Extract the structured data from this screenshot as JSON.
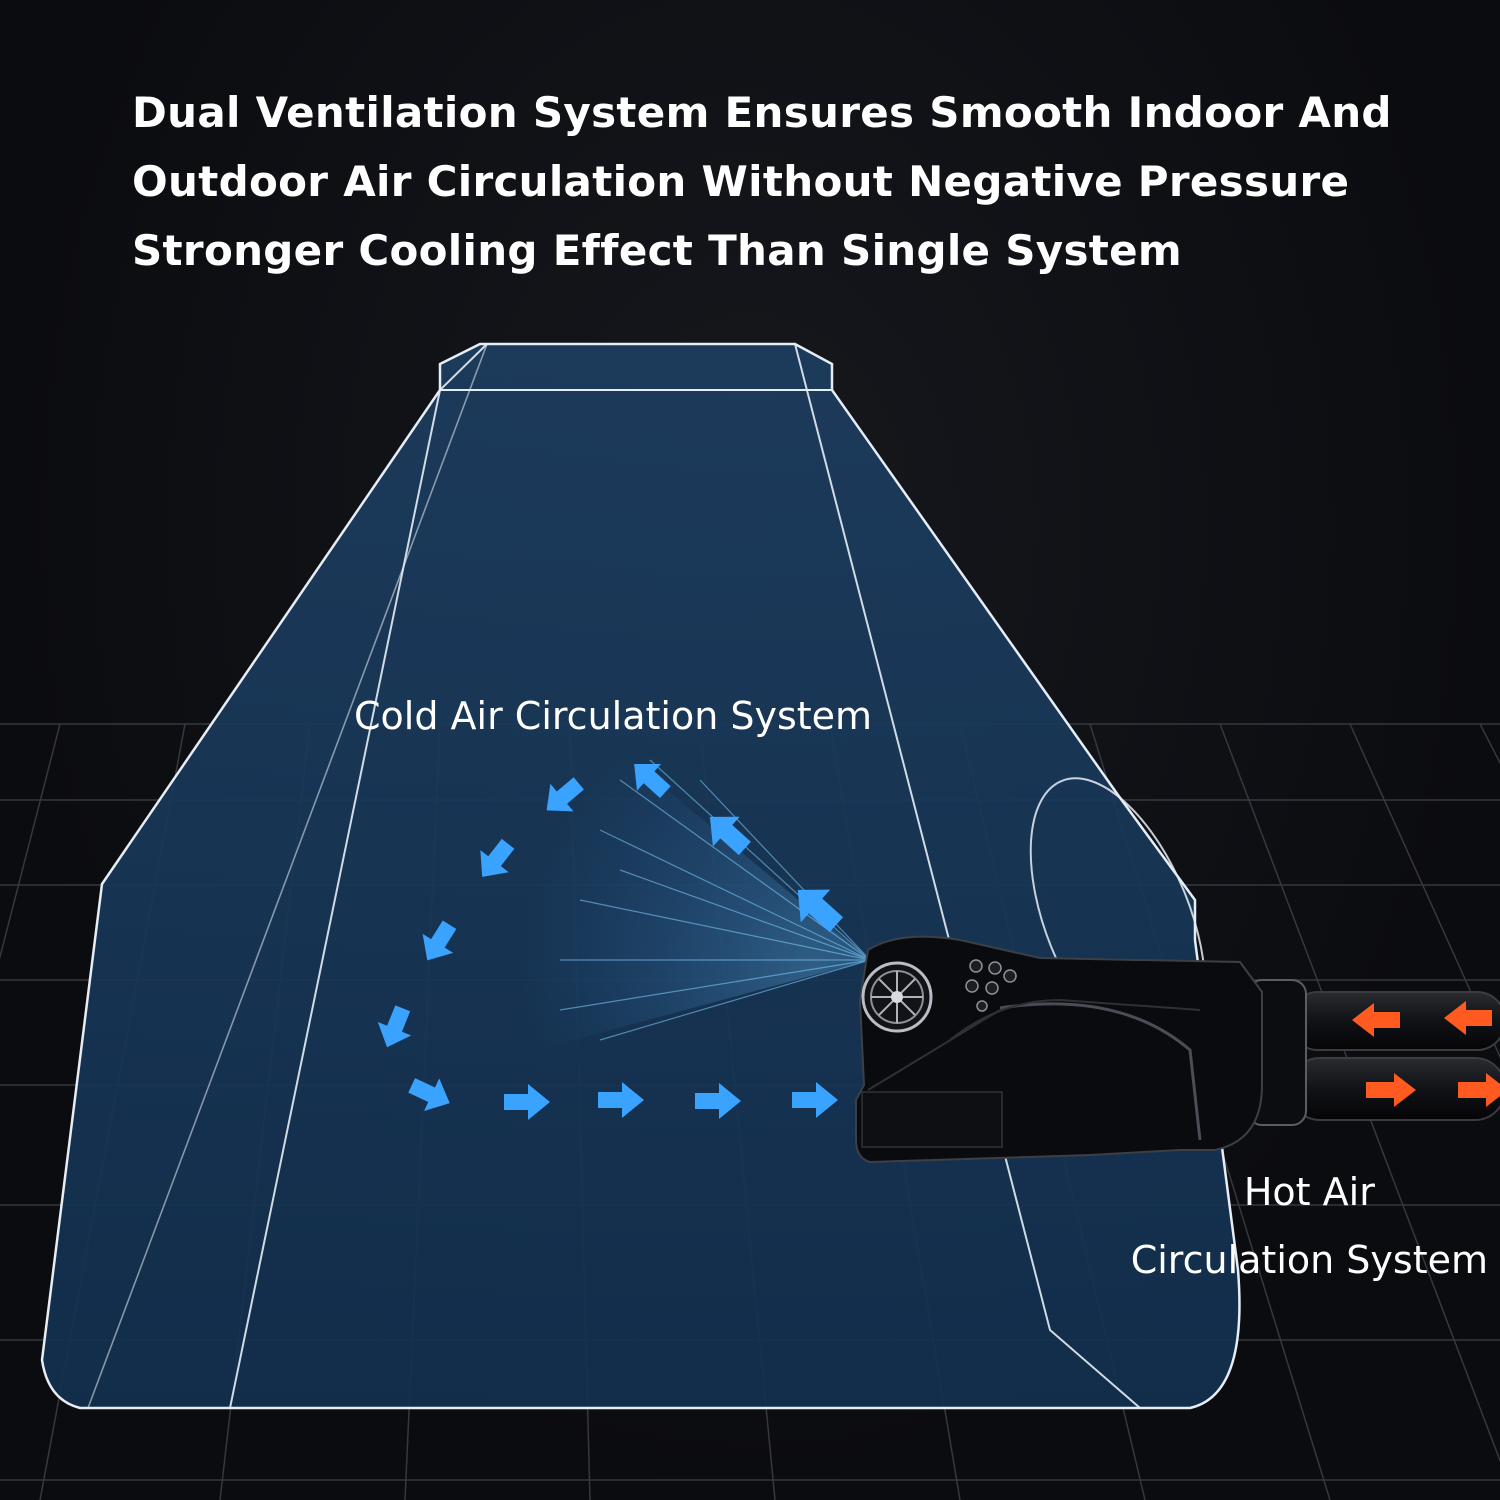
{
  "headline": {
    "lines": [
      "Dual Ventilation System Ensures Smooth Indoor And",
      "Outdoor Air Circulation Without Negative Pressure",
      "Stronger Cooling Effect Than Single System"
    ]
  },
  "labels": {
    "cold_air": "Cold Air Circulation System",
    "hot_air_line1": "Hot Air",
    "hot_air_line2": "Circulation System"
  },
  "colors": {
    "background": "#0b0c10",
    "tent_fill": "#163454",
    "outline": "#e6edf5",
    "cold_arrow": "#3aa3ff",
    "hot_arrow": "#ff5a1f"
  }
}
